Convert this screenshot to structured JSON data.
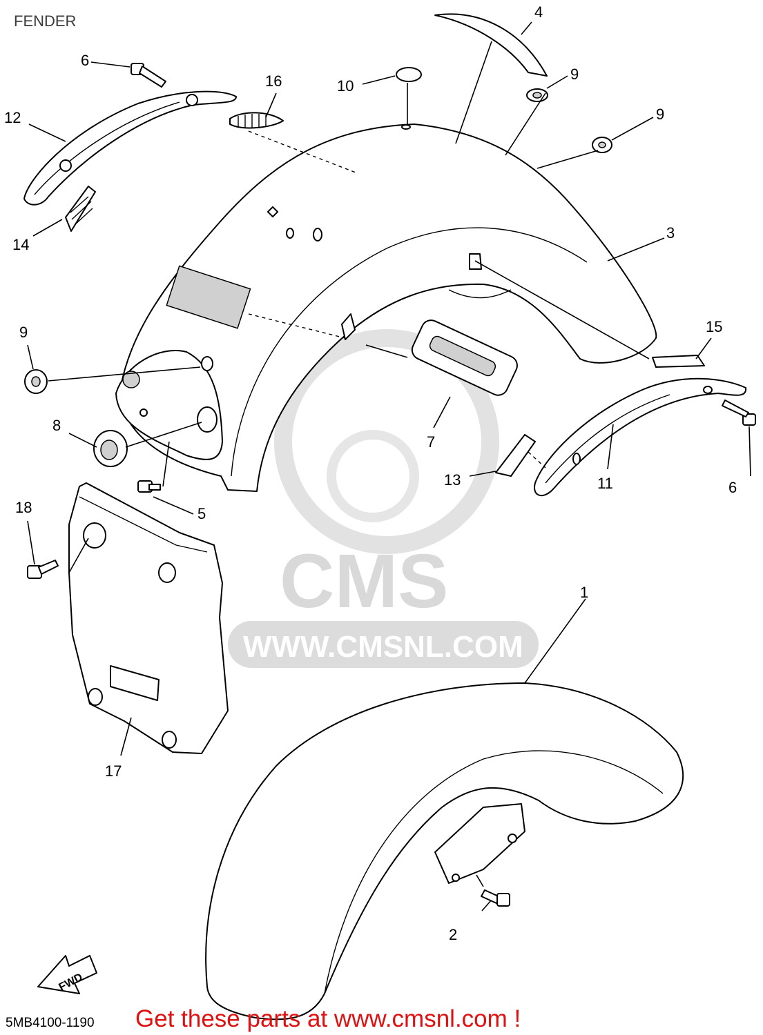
{
  "title": "FENDER",
  "diagram_code": "5MB4100-1190",
  "banner": "Get these parts at www.cmsnl.com !",
  "watermark": {
    "brand": "CMS",
    "url": "WWW.CMSNL.COM"
  },
  "direction_arrow_label": "FWD",
  "callouts": {
    "c1": "1",
    "c2": "2",
    "c3": "3",
    "c4": "4",
    "c5": "5",
    "c6a": "6",
    "c6b": "6",
    "c7": "7",
    "c8": "8",
    "c9a": "9",
    "c9b": "9",
    "c9c": "9",
    "c10": "10",
    "c11": "11",
    "c12": "12",
    "c13": "13",
    "c14": "14",
    "c15": "15",
    "c16": "16",
    "c17": "17",
    "c18": "18"
  },
  "colors": {
    "banner": "#e01010",
    "watermark": "#d9d9d9",
    "line": "#000000"
  }
}
